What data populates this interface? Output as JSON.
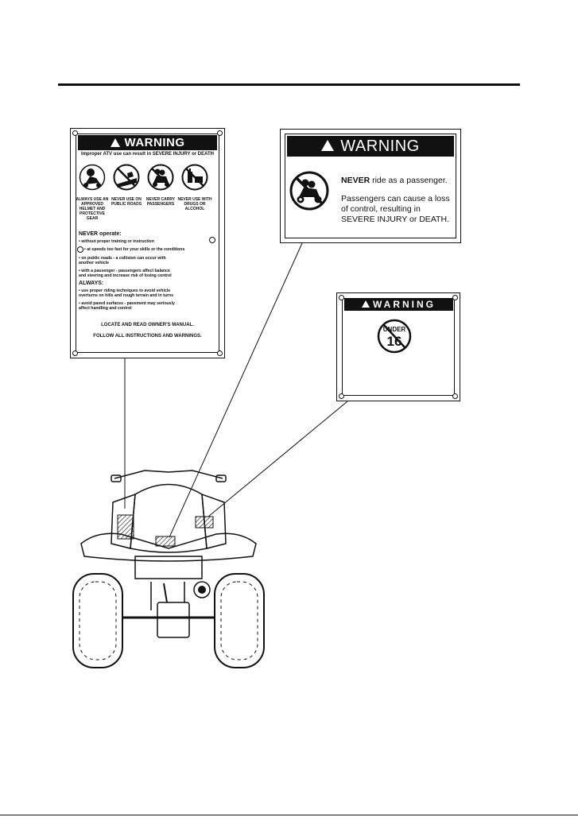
{
  "labels": {
    "main": {
      "header": "WARNING",
      "subheader": "Improper ATV use can result in SEVERE INJURY or DEATH",
      "pictograms": [
        {
          "icon": "helmet-rider-icon",
          "caption": "ALWAYS USE AN APPROVED HELMET AND PROTECTIVE GEAR"
        },
        {
          "icon": "no-public-roads-icon",
          "caption": "NEVER USE ON PUBLIC ROADS"
        },
        {
          "icon": "no-passengers-icon",
          "caption": "NEVER CARRY PASSENGERS"
        },
        {
          "icon": "no-drugs-alcohol-icon",
          "caption": "NEVER USE WITH DRUGS OR ALCOHOL"
        }
      ],
      "never_heading": "NEVER operate:",
      "never_items": [
        "• without proper training or instruction",
        "• at speeds too fast for your skills or the conditions",
        "• on public roads - a collision can occur with",
        "  another vehicle",
        "• with a passenger - passengers affect balance",
        "  and steering and increase risk of losing control"
      ],
      "always_heading": "ALWAYS:",
      "always_items": [
        "• use proper riding techniques to avoid vehicle",
        "  overturns on hills and rough terrain and in turns",
        "• avoid paved surfaces - pavement may seriously",
        "  affect handling and control"
      ],
      "footer_1": "LOCATE AND READ OWNER'S MANUAL.",
      "footer_2": "FOLLOW ALL INSTRUCTIONS AND WARNINGS."
    },
    "passenger": {
      "header": "WARNING",
      "icon": "no-passenger-rider-icon",
      "never_word": "NEVER",
      "never_rest": " ride as a passenger.",
      "body_lines": [
        "Passengers can cause a loss",
        "of control, resulting in",
        "SEVERE INJURY or DEATH."
      ]
    },
    "age": {
      "header": "WARNING",
      "icon": "under-16-prohibited-icon",
      "sign_top": "UNDER",
      "sign_number": "16"
    }
  },
  "illustration": {
    "icon": "atv-rear-view-icon"
  }
}
